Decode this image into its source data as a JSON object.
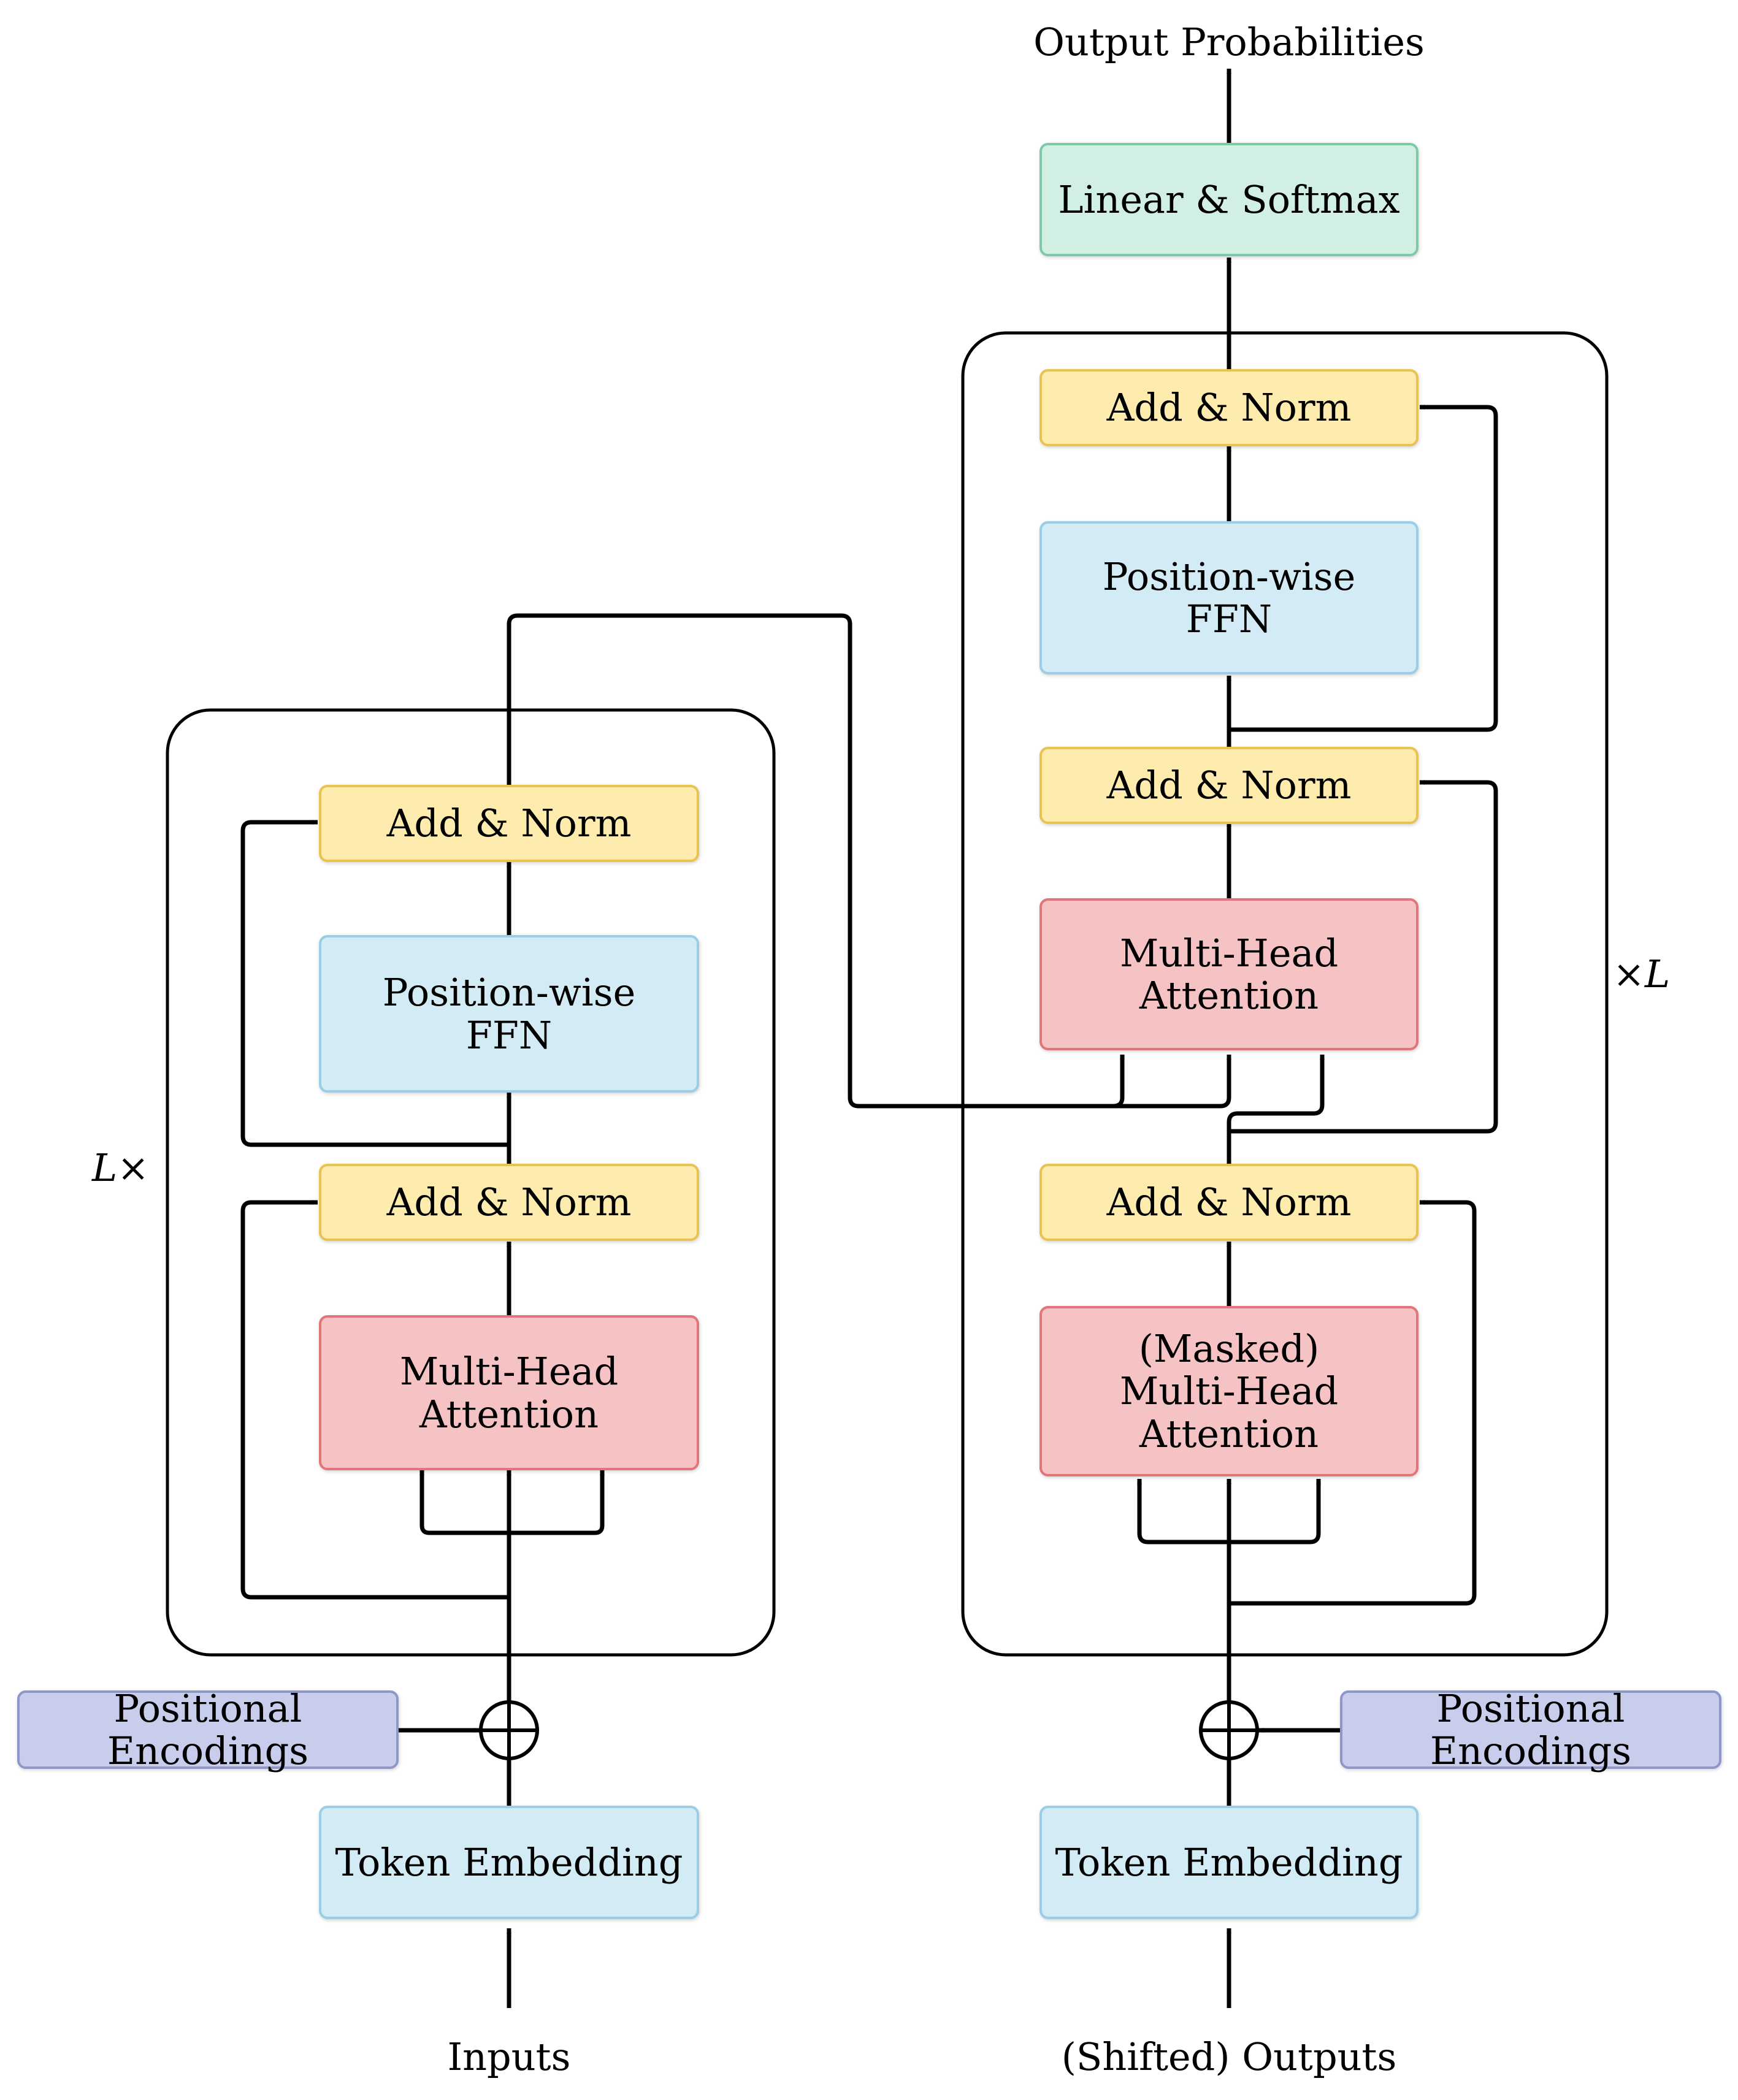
{
  "labels": {
    "output_probabilities": "Output Probabilities",
    "inputs": "Inputs",
    "shifted_outputs": "(Shifted) Outputs",
    "encoder_repeat": "L×",
    "decoder_repeat": "×L"
  },
  "encoder": {
    "add_norm_top": "Add & Norm",
    "ffn": "Position-wise\nFFN",
    "add_norm_bottom": "Add & Norm",
    "attention": "Multi-Head\nAttention",
    "positional_encodings": "Positional Encodings",
    "token_embedding": "Token Embedding"
  },
  "decoder": {
    "linear_softmax": "Linear & Softmax",
    "add_norm_top": "Add & Norm",
    "ffn": "Position-wise\nFFN",
    "add_norm_middle": "Add & Norm",
    "cross_attention": "Multi-Head\nAttention",
    "add_norm_bottom": "Add & Norm",
    "masked_attention": "(Masked)\nMulti-Head\nAttention",
    "positional_encodings": "Positional Encodings",
    "token_embedding": "Token Embedding"
  },
  "colors": {
    "add_norm": "#fdecad",
    "ffn_embedding": "#d3ebf4",
    "attention": "#f6c3c5",
    "linear_softmax": "#d2efe3",
    "positional_encoding": "#c9cdec"
  }
}
